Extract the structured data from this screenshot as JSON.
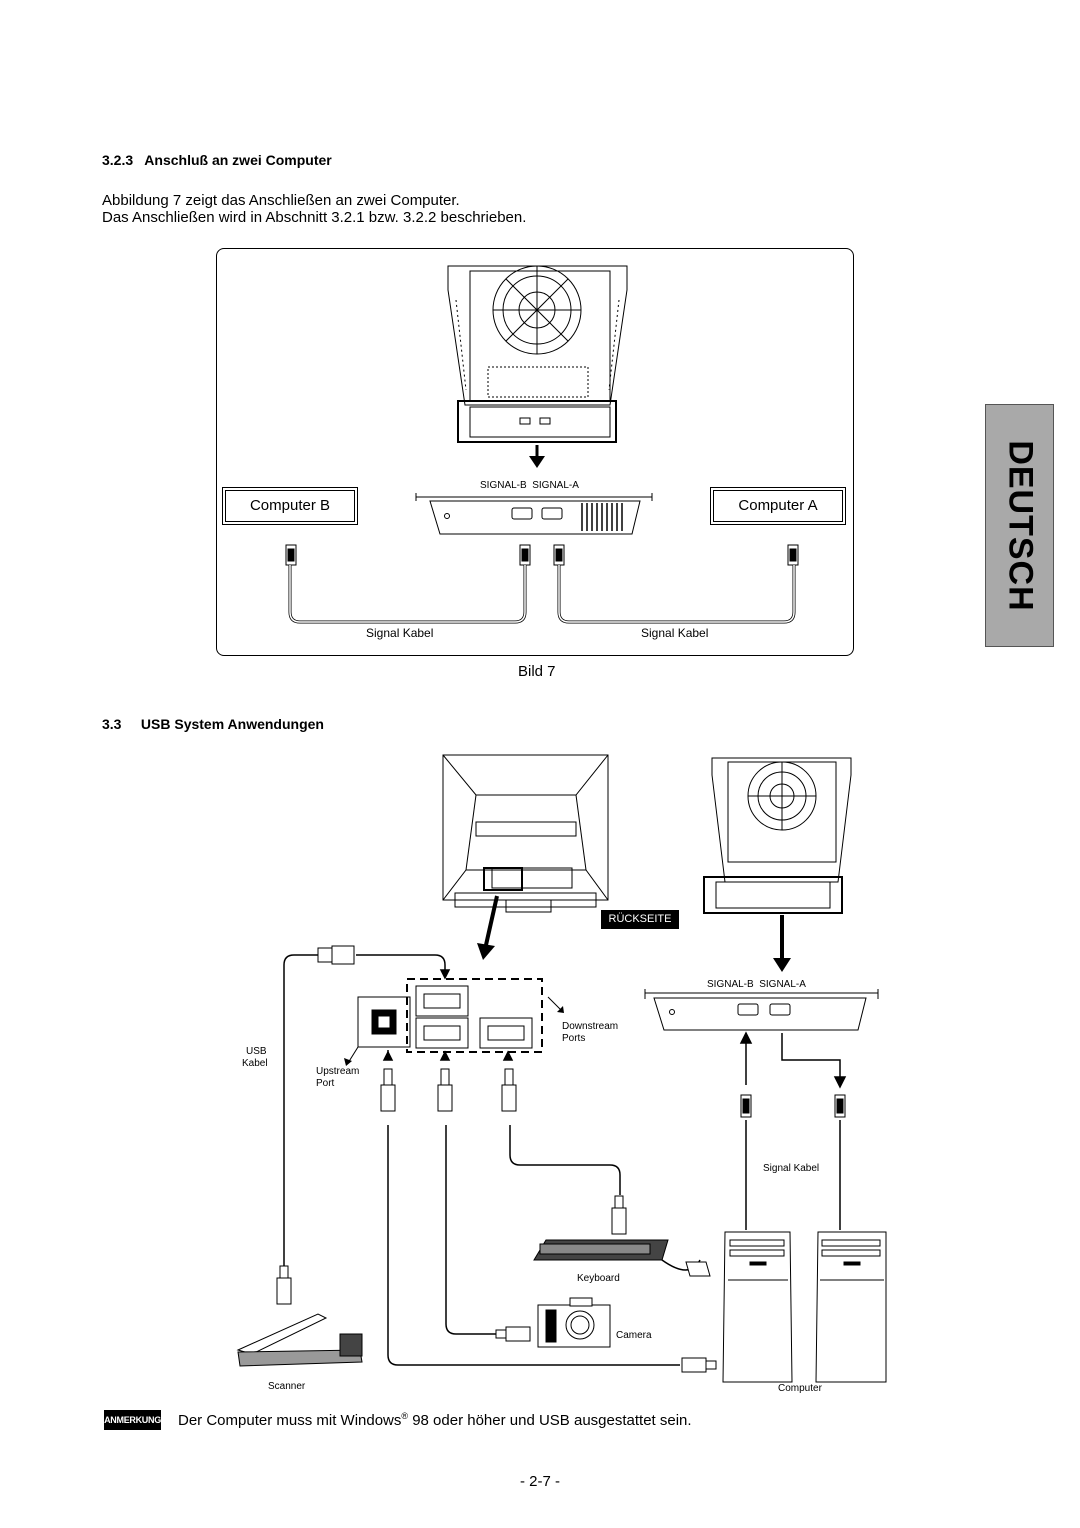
{
  "section_323": {
    "heading": "3.2.3   Anschluß an zwei Computer",
    "line1": "Abbildung 7 zeigt das Anschließen an zwei Computer.",
    "line2": "Das Anschließen wird in Abschnitt 3.2.1 bzw.  3.2.2 beschrieben."
  },
  "figure7": {
    "computer_b": "Computer B",
    "computer_a": "Computer A",
    "signal_labels": "SIGNAL-B  SIGNAL-A",
    "cable_left": "Signal Kabel",
    "cable_right": "Signal Kabel",
    "caption": "Bild 7"
  },
  "section_33": {
    "heading": "3.3     USB System Anwendungen"
  },
  "usb_figure": {
    "rueckseite": "RÜCKSEITE",
    "signal_labels": "SIGNAL-B  SIGNAL-A",
    "downstream": "Downstream",
    "ports": "Ports",
    "usb": "USB",
    "kabel": "Kabel",
    "upstream": "Upstream",
    "port": "Port",
    "signal_kabel": "Signal Kabel",
    "keyboard": "Keyboard",
    "camera": "Camera",
    "scanner": "Scanner",
    "computer": "Computer"
  },
  "note": {
    "badge": "ANMERKUNG",
    "text_before": "Der Computer muss mit Windows",
    "registered": "®",
    "text_after": " 98 oder höher und USB ausgestattet sein."
  },
  "side_tab": "DEUTSCH",
  "page_number": "- 2-7 -"
}
